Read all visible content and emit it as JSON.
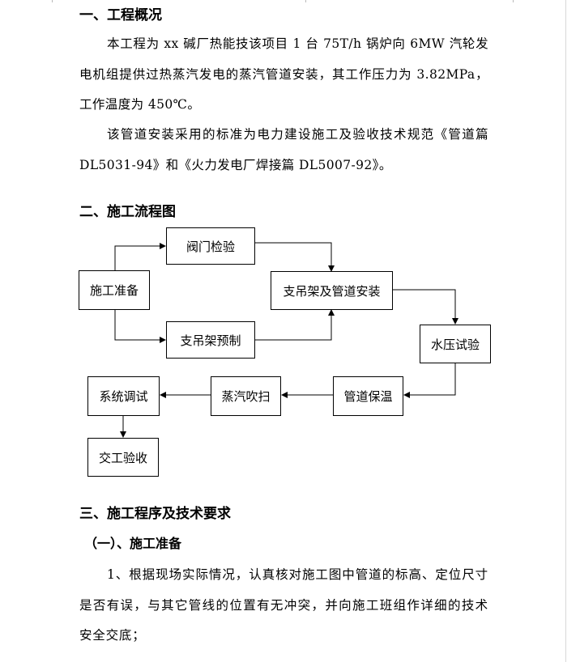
{
  "sections": {
    "overview": {
      "heading": "一、工程概况",
      "paragraph1": "本工程为 xx 碱厂热能技该项目 1 台 75T/h 锅炉向 6MW 汽轮发电机组提供过热蒸汽发电的蒸汽管道安装，其工作压力为 3.82MPa，工作温度为 450℃。",
      "paragraph2": "该管道安装采用的标准为电力建设施工及验收技术规范《管道篇 DL5031-94》和《火力发电厂焊接篇 DL5007-92》。"
    },
    "flowchart": {
      "heading": "二、施工流程图",
      "nodes": {
        "prep": "施工准备",
        "valve_check": "阀门检验",
        "support_prefab": "支吊架预制",
        "support_install": "支吊架及管道安装",
        "hydro_test": "水压试验",
        "insulation": "管道保温",
        "steam_purge": "蒸汽吹扫",
        "system_debug": "系统调试",
        "handover": "交工验收"
      }
    },
    "procedure": {
      "heading": "三、施工程序及技术要求",
      "subheading": "（一）、施工准备",
      "item1": "1、根据现场实际情况，认真核对施工图中管道的标高、定位尺寸是否有误，与其它管线的位置有无冲突，并向施工班组作详细的技术安全交底；"
    }
  }
}
